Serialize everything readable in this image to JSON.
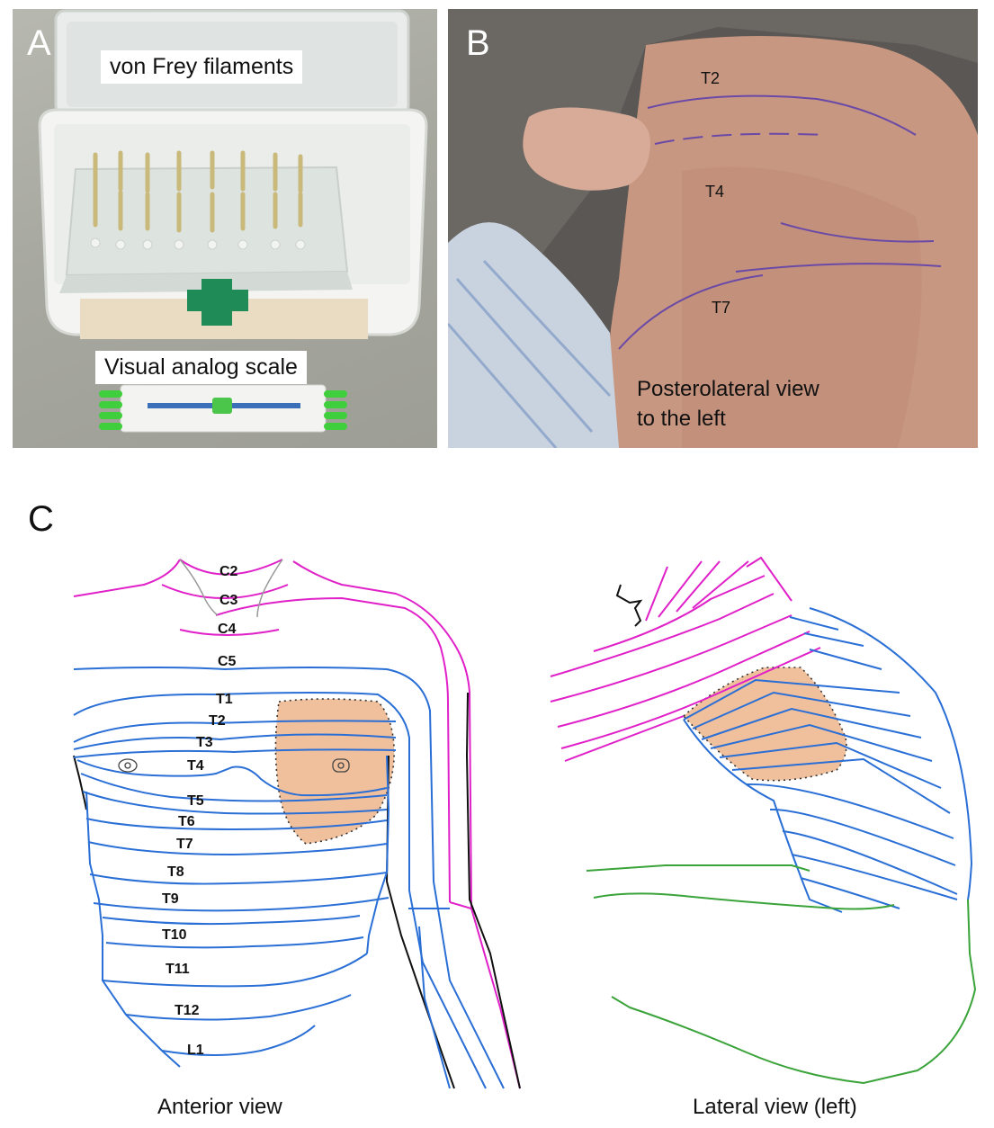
{
  "panel_a": {
    "letter": "A",
    "filament_label": "von Frey filaments",
    "vas_label": "Visual analog scale"
  },
  "panel_b": {
    "letter": "B",
    "labels": {
      "t2": "T2",
      "t4": "T4",
      "t7": "T7"
    },
    "view_line1": "Posterolateral view",
    "view_line2": "to the left"
  },
  "panel_c": {
    "letter": "C",
    "anterior_labels": [
      "C2",
      "C3",
      "C4",
      "C5",
      "T1",
      "T2",
      "T3",
      "T4",
      "T5",
      "T6",
      "T7",
      "T8",
      "T9",
      "T10",
      "T11",
      "T12",
      "L1"
    ],
    "anterior_caption": "Anterior view",
    "lateral_caption": "Lateral view (left)"
  },
  "colors": {
    "cervical_line": "#e020c8",
    "thoracic_line": "#2a6fd6",
    "lumbar_line": "#3aa33a",
    "body_outline": "#111111",
    "affected_area": "#f0bf9c"
  }
}
